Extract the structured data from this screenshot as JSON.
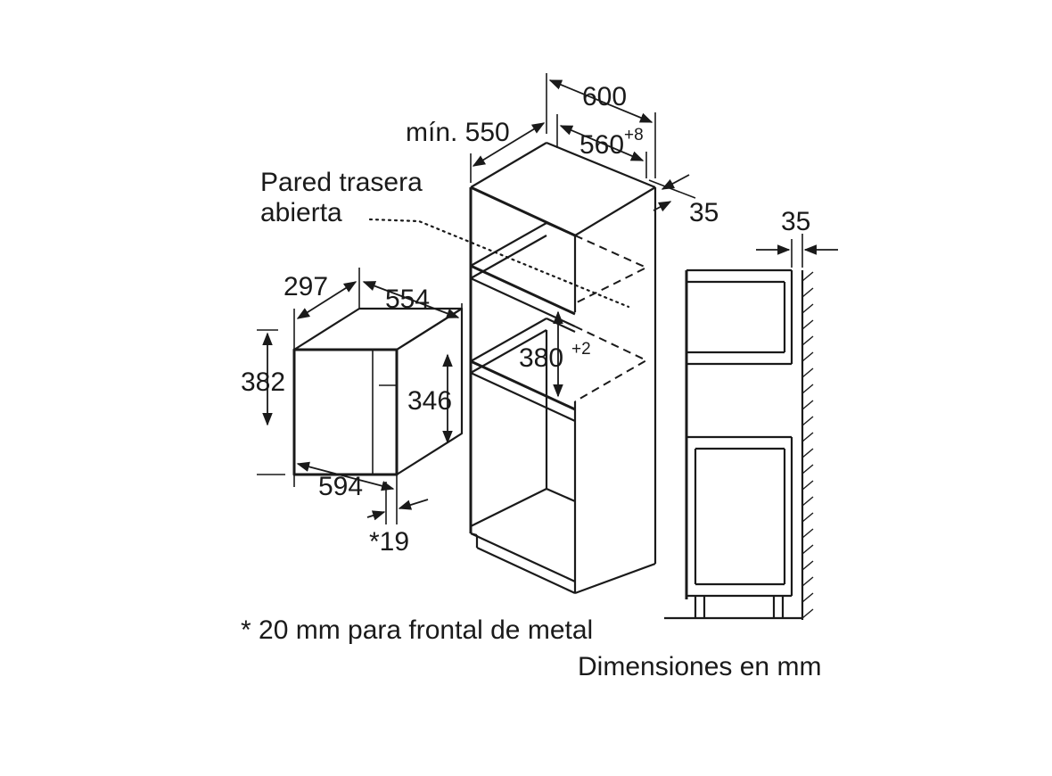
{
  "diagram": {
    "microwave": {
      "width": "594",
      "height": "382",
      "depth": "297",
      "depth_body": "554",
      "inner_height": "346",
      "front_offset": "*19"
    },
    "cabinet": {
      "outer_width": "600",
      "inner_width": "560",
      "inner_width_tol": "+8",
      "min_depth": "mín. 550",
      "rear_gap": "35",
      "niche_height": "380",
      "niche_height_tol": "+2",
      "rear_wall_label_line1": "Pared trasera",
      "rear_wall_label_line2": "abierta"
    },
    "side_view": {
      "wall_gap": "35"
    },
    "footnote": "* 20 mm para frontal de metal",
    "units_note": "Dimensiones en mm"
  }
}
